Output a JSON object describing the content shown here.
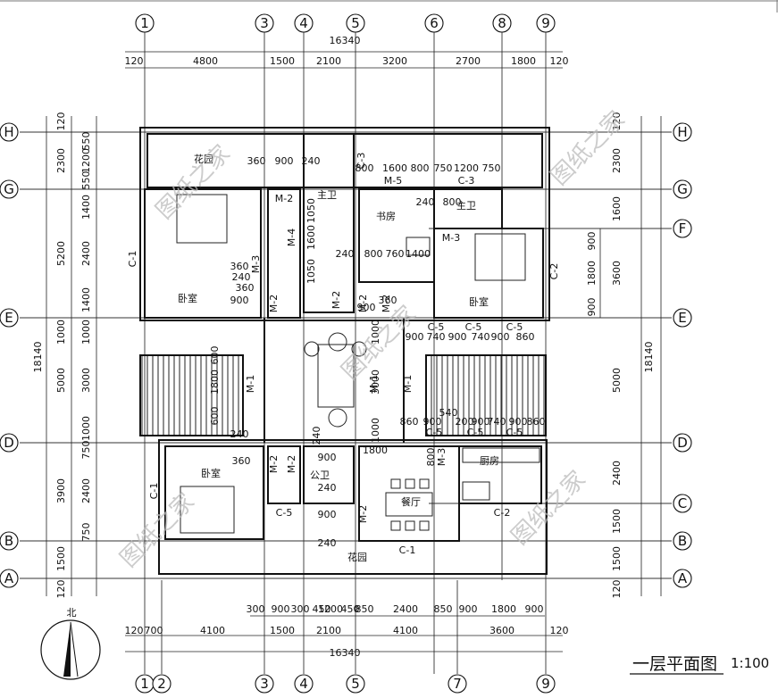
{
  "drawing": {
    "title": "一层平面图",
    "scale": "1:100",
    "north": "北",
    "watermark": "图纸之家"
  },
  "axes": {
    "top": [
      "1",
      "3",
      "4",
      "5",
      "6",
      "8",
      "9"
    ],
    "bottom": [
      "1",
      "2",
      "3",
      "4",
      "5",
      "7",
      "9"
    ],
    "left": [
      "H",
      "G",
      "E",
      "D",
      "B",
      "A"
    ],
    "right": [
      "H",
      "G",
      "F",
      "E",
      "D",
      "C",
      "B",
      "A"
    ]
  },
  "dimensions": {
    "top_total": "16340",
    "top": [
      "120",
      "4800",
      "1500",
      "2100",
      "3200",
      "2700",
      "1800",
      "120"
    ],
    "bottom_total": "16340",
    "bottom_lower": [
      "120",
      "700",
      "4100",
      "1500",
      "2100",
      "4100",
      "3600",
      "120"
    ],
    "bottom_upper": [
      "300",
      "900",
      "300",
      "450",
      "1200",
      "450",
      "850",
      "2400",
      "850",
      "900",
      "1800",
      "900"
    ],
    "left_total": "18140",
    "left_outer": [
      "120",
      "2300",
      "5200",
      "1000",
      "5000",
      "3900",
      "1500",
      "120"
    ],
    "left_inner": [
      "550",
      "1200",
      "550",
      "1400",
      "2400",
      "1400",
      "1000",
      "3000",
      "1000",
      "750",
      "2400",
      "750"
    ],
    "right_total": "18140",
    "right_outer": [
      "120",
      "2300",
      "1600",
      "3600",
      "5000",
      "2400",
      "1500",
      "1500",
      "120"
    ],
    "right_inner": [
      "900",
      "1800",
      "900"
    ],
    "interior": [
      "360",
      "900",
      "240",
      "800",
      "1600",
      "800",
      "750",
      "1200",
      "750",
      "240",
      "800",
      "1050",
      "1600",
      "1050",
      "240",
      "800",
      "760",
      "1400",
      "360",
      "360",
      "900",
      "740",
      "900",
      "740",
      "900",
      "860",
      "860",
      "900",
      "540",
      "200",
      "900",
      "740",
      "900",
      "860",
      "240",
      "1800",
      "800",
      "600",
      "1800",
      "600",
      "3000",
      "1000",
      "1000",
      "240",
      "900",
      "240",
      "360",
      "900",
      "240",
      "900",
      "240",
      "360",
      "900",
      "300",
      "360"
    ]
  },
  "rooms": [
    {
      "name": "花园"
    },
    {
      "name": "卧室"
    },
    {
      "name": "主卫"
    },
    {
      "name": "书房"
    },
    {
      "name": "主卫"
    },
    {
      "name": "卧室"
    },
    {
      "name": "卧室"
    },
    {
      "name": "公卫"
    },
    {
      "name": "餐厅"
    },
    {
      "name": "厨房"
    },
    {
      "name": "花园"
    }
  ],
  "doors": [
    "M-2",
    "M-4",
    "M-3",
    "M-2",
    "M-5",
    "M-3",
    "M-1",
    "M-2",
    "M-1",
    "M-1",
    "M-2",
    "M-2",
    "M-2",
    "M-3",
    "M-2",
    "M-2"
  ],
  "windows": [
    "C-3",
    "C-3",
    "C-1",
    "C-2",
    "C-5",
    "C-5",
    "C-5",
    "C-5",
    "C-5",
    "C-5",
    "C-1",
    "C-5",
    "C-2",
    "C-1"
  ]
}
